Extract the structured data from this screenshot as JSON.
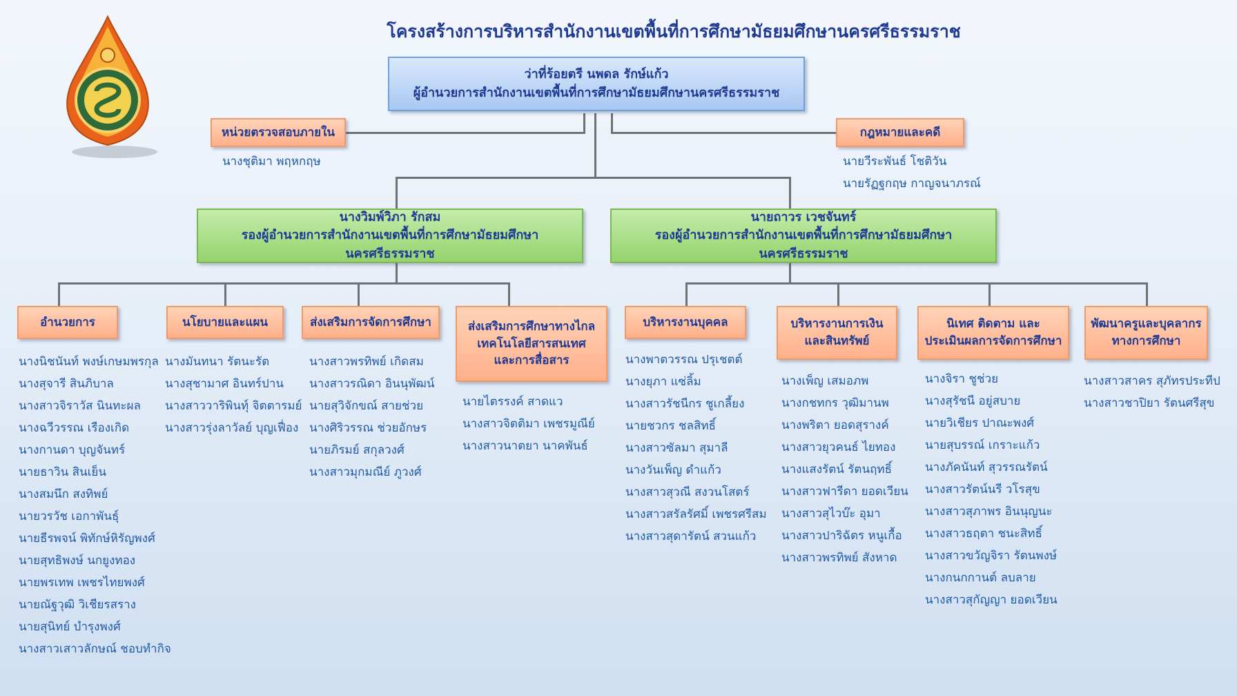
{
  "title": "โครงสร้างการบริหารสำนักงานเขตพื้นที่การศึกษามัธยมศึกษานครศรีธรรมราช",
  "director": {
    "name": "ว่าที่ร้อยตรี นพดล รักษ์แก้ว",
    "position": "ผู้อำนวยการสำนักงานเขตพื้นที่การศึกษามัธยมศึกษานครศรีธรรมราช"
  },
  "side_units": {
    "internal_audit": {
      "label": "หน่วยตรวจสอบภายใน",
      "people": [
        "นางชุติมา พฤหกฤษ"
      ]
    },
    "legal": {
      "label": "กฎหมายและคดี",
      "people": [
        "นายวีระพันธ์ โชติวัน",
        "นายรัฏฐกฤษ กาญจนาภรณ์"
      ]
    }
  },
  "deputies": [
    {
      "name": "นางวิมพ์วิภา รักสม",
      "position": "รองผู้อำนวยการสำนักงานเขตพื้นที่การศึกษามัธยมศึกษานครศรีธรรมราช"
    },
    {
      "name": "นายถาวร  เวชจันทร์",
      "position": "รองผู้อำนวยการสำนักงานเขตพื้นที่การศึกษามัธยมศึกษานครศรีธรรมราช"
    }
  ],
  "groups": [
    {
      "label_lines": [
        "อำนวยการ"
      ],
      "people": [
        "นางนิชนันท์ พงษ์เกษมพรกุล",
        "นางสุจารี สินภิบาล",
        "นางสาวจิราวัส นินทะผล",
        "นางฉวีวรรณ เรืองเกิด",
        "นางกานดา บุญจันทร์",
        "นายธาวิน สินเย็น",
        "นางสมนึก สงทิพย์",
        "นายวรวัช เอกาพันธุ์",
        "นายธีรพจน์ พิทักษ์หิรัญพงศ์",
        "นายสุทธิพงษ์ นกยูงทอง",
        "นายพรเทพ เพชรไทยพงศ์",
        "นายณัฐวุฒิ วิเชียรสราง",
        "นายสุนิทย์ บำรุงพงศ์",
        "นางสาวเสาวลักษณ์ ชอบทำกิจ"
      ]
    },
    {
      "label_lines": [
        "นโยบายและแผน"
      ],
      "people": [
        "นางมันทนา รัตนะรัต",
        "นางสุชามาศ อินทร์ปาน",
        "นางสาววาริพินทุ์ จิตตารมย์",
        "นางสาวรุ่งลาวัลย์ บุญเฟื่อง"
      ]
    },
    {
      "label_lines": [
        "ส่งเสริมการจัดการศึกษา"
      ],
      "people": [
        "นางสาวพรทิพย์ เกิดสม",
        "นางสาวรณิดา อินนุพัฒน์",
        "นายสุวิจักขณ์ สายช่วย",
        "นางศิริวรรณ ช่วยอักษร",
        "นายภิรมย์ สกุลวงศ์",
        "นางสาวมุกมณีย์ ภูวงศ์"
      ]
    },
    {
      "label_lines": [
        "ส่งเสริมการศึกษาทางไกล",
        "เทคโนโลยีสารสนเทศ",
        "และการสื่อสาร"
      ],
      "people": [
        "นายไตรรงค์ สาดแว",
        "นางสาวจิตติมา เพชรมูณีย์",
        "นางสาวนาตยา นาคพันธ์"
      ]
    },
    {
      "label_lines": [
        "บริหารงานบุคคล"
      ],
      "people": [
        "นางพาตวรรณ ปรุเชตต์",
        "นางยุภา  แซ่ลิ้ม",
        "นางสาวรัชนีกร ชูเกลี้ยง",
        "นายชวกร ชลสิทธิ์",
        "นางสาวซัลมา สุมาลี",
        "นางวันเพ็ญ ดำแก้ว",
        "นางสาวสุวณี สงวนโสตร์",
        "นางสาวสรัลรัศมิ์ เพชรศรีสม",
        "นางสาวสุดารัตน์ สวนแก้ว"
      ]
    },
    {
      "label_lines": [
        "บริหารงานการเงิน",
        "และสินทรัพย์"
      ],
      "people": [
        "นางเพ็ญ เสมอภพ",
        "นางกชทกร วุฒิมานพ",
        "นางพริตา ยอดสุรางค์",
        "นางสาวยุวคนธ์ ไยทอง",
        "นางแสงรัตน์ รัตนฤทธิ์",
        "นางสาวฟารีดา ยอดเวียน",
        "นางสาวสุไวบ๊ะ อุมา",
        "นางสาวปาริฉัตร หนูเกื้อ",
        "นางสาวพรทิพย์ สังหาด"
      ]
    },
    {
      "label_lines": [
        "นิเทศ ติดตาม และ",
        "ประเมินผลการจัดการศึกษา"
      ],
      "people": [
        "นางจิรา ชูช่วย",
        "นางสุรัชนี อยู่สบาย",
        "นายวิเชียร ปาณะพงศ์",
        "นายสุบรรณ์ เกราะแก้ว",
        "นางภัคนันท์ สุวรรณรัตน์",
        "นางสาวรัตน์นรี วโรสุข",
        "นางสาวสุภาพร อินนุญนะ",
        "นางสาวธฤตา ชนะสิทธิ์",
        "นางสาวขวัญจิรา รัตนพงษ์",
        "นางกนกกานต์ ลบลาย",
        "นางสาวสุกัญญา ยอดเวียน"
      ]
    },
    {
      "label_lines": [
        "พัฒนาครูและบุคลากร",
        "ทางการศึกษา"
      ],
      "people": [
        "นางสาวสาคร สุภัทรประทีป",
        "นางสาวชาปิยา รัตนศรีสุข"
      ]
    }
  ]
}
